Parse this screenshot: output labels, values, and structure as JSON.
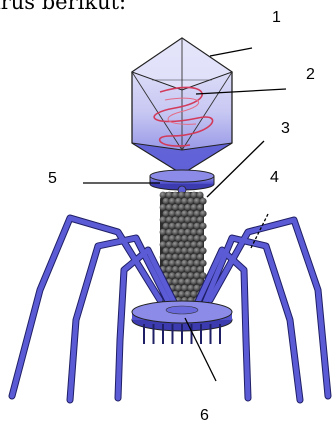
{
  "caption": "irus  berikut:",
  "labels": [
    "1",
    "2",
    "3",
    "4",
    "5",
    "6"
  ],
  "colors": {
    "body": "#5b5bd6",
    "body_dark": "#3c3cb0",
    "head_fill": "#c9c9f5",
    "head_light": "#e6e6fb",
    "dna": "#d23a5a",
    "line": "#000000"
  }
}
